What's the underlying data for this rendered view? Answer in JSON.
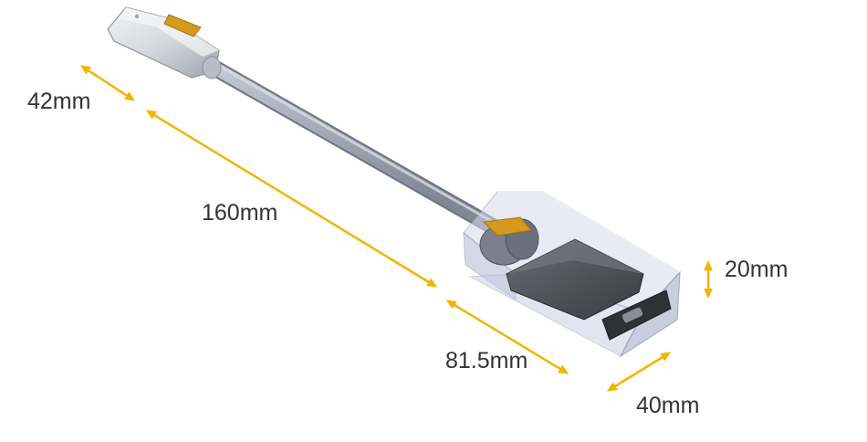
{
  "dimensions": {
    "connector_length": "42mm",
    "cable_length": "160mm",
    "box_length": "81.5mm",
    "box_height": "20mm",
    "box_width": "40mm"
  },
  "colors": {
    "dimension_arrow": "#f3b400",
    "text": "#333333",
    "metal": "#c9ccd3",
    "cable": "#9aa2b0",
    "gold": "#d8a020",
    "case_glass": "#b9bfd6",
    "battery": "#4e5058",
    "pcb": "#2f3136"
  }
}
